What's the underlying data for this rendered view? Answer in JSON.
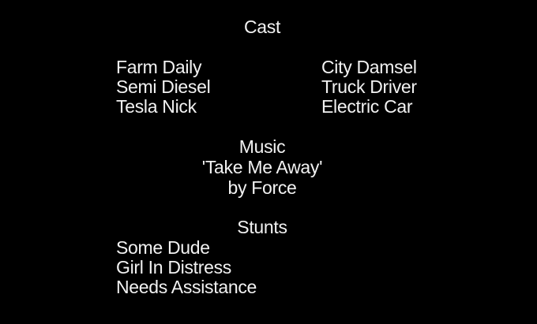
{
  "colors": {
    "background": "#000000",
    "text": "#f2f2f2"
  },
  "cast": {
    "heading": "Cast",
    "rows": [
      {
        "actor": "Farm Daily",
        "role": "City Damsel"
      },
      {
        "actor": "Semi Diesel",
        "role": "Truck Driver"
      },
      {
        "actor": "Tesla Nick",
        "role": "Electric Car"
      }
    ]
  },
  "music": {
    "heading": "Music",
    "title": "'Take Me Away'",
    "artist": "by Force"
  },
  "stunts": {
    "heading": "Stunts",
    "names": [
      "Some Dude",
      "Girl In Distress",
      "Needs Assistance"
    ]
  }
}
